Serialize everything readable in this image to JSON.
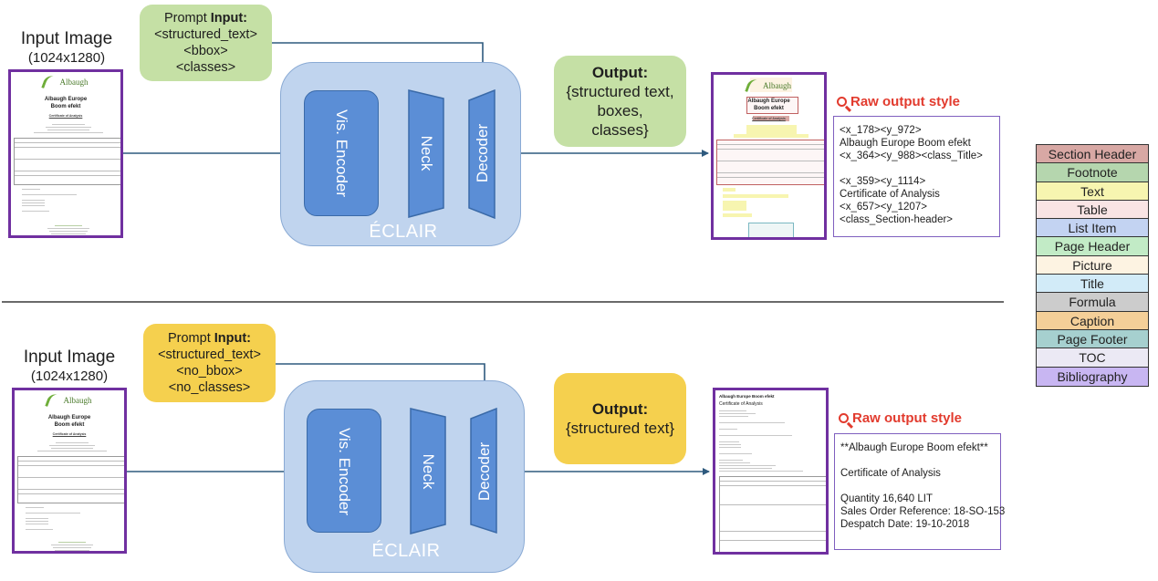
{
  "top_pipeline": {
    "input_image": {
      "title": "Input Image",
      "dims": "(1024x1280)"
    },
    "prompt": {
      "prefix": "Prompt ",
      "bold": "Input:",
      "tokens": [
        "<structured_text>",
        "<bbox>",
        "<classes>"
      ],
      "color": "#c5e0a5"
    },
    "model": {
      "name": "ÉCLAIR",
      "encoder": "Vis. Encoder",
      "neck": "Neck",
      "decoder": "Decoder"
    },
    "output": {
      "bold": "Output:",
      "lines": [
        "{structured text,",
        "boxes,",
        "classes}"
      ],
      "color": "#c5e0a5"
    },
    "raw_output": {
      "heading": "Raw output style",
      "lines": [
        "<x_178><y_972>",
        "Albaugh Europe Boom efekt",
        "<x_364><y_988><class_Title>",
        "",
        "<x_359><y_1114>",
        "Certificate of Analysis",
        "<x_657><y_1207>",
        "<class_Section-header>"
      ]
    }
  },
  "bottom_pipeline": {
    "input_image": {
      "title": "Input Image",
      "dims": "(1024x1280)"
    },
    "prompt": {
      "prefix": "Prompt ",
      "bold": "Input:",
      "tokens": [
        "<structured_text>",
        "<no_bbox>",
        "<no_classes>"
      ],
      "color": "#f5d04e"
    },
    "model": {
      "name": "ÉCLAIR",
      "encoder": "Vis. Encoder",
      "neck": "Neck",
      "decoder": "Decoder"
    },
    "output": {
      "bold": "Output:",
      "lines": [
        "{structured text}"
      ],
      "color": "#f5d04e"
    },
    "raw_output": {
      "heading": "Raw output style",
      "lines": [
        "**Albaugh Europe Boom efekt**",
        "",
        "Certificate of Analysis",
        "",
        "Quantity 16,640 LIT",
        "Sales Order Reference: 18-SO-153",
        "Despatch Date: 19-10-2018"
      ]
    }
  },
  "document_thumbnail": {
    "logo": "Albaugh",
    "title_line1": "Albaugh Europe",
    "title_line2": "Boom efekt",
    "section": "Certificate of Analysis",
    "md_title": "Albaugh Europe Boom efekt",
    "md_section": "Certificate of Analysis"
  },
  "legend": {
    "items": [
      {
        "label": "Section Header",
        "color": "#d8a8a4"
      },
      {
        "label": "Footnote",
        "color": "#b5d6ae"
      },
      {
        "label": "Text",
        "color": "#f7f5b0"
      },
      {
        "label": "Table",
        "color": "#f9e4e4"
      },
      {
        "label": "List Item",
        "color": "#c3d3f2"
      },
      {
        "label": "Page Header",
        "color": "#c2ebc6"
      },
      {
        "label": "Picture",
        "color": "#fdf3e2"
      },
      {
        "label": "Title",
        "color": "#d2ebf8"
      },
      {
        "label": "Formula",
        "color": "#cccccc"
      },
      {
        "label": "Caption",
        "color": "#f4cf98"
      },
      {
        "label": "Page Footer",
        "color": "#a6d0cf"
      },
      {
        "label": "TOC",
        "color": "#ebe9f4"
      },
      {
        "label": "Bibliography",
        "color": "#c8b6f2"
      }
    ]
  }
}
